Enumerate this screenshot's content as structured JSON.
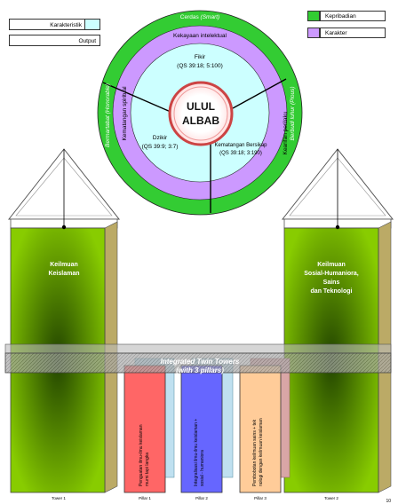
{
  "legend_left": {
    "karakteristik": "Karakteristik",
    "output": "Output",
    "karakteristik_color": "#CCFFFF"
  },
  "legend_right": {
    "kepribadian": "Kepribadian",
    "kepribadian_color": "#33CC33",
    "karakter": "Karakter",
    "karakter_color": "#CC99FF"
  },
  "circle": {
    "outer_top": "Cerdas (Smart)",
    "outer_left": "Bermartabat (Honorable)",
    "outer_right": "Berbudi luhur (Pious)",
    "mid_top": "Kekayaan intelektual",
    "mid_left": "Kematangan spiritual",
    "mid_right": "Kearifan perilaku",
    "inner_fikir_label": "Fikir",
    "inner_fikir_ref": "(QS 39:18; 5:100)",
    "inner_dzikir_label": "Dzikir",
    "inner_dzikir_ref": "(QS 39:9; 3:7)",
    "inner_sikap_label": "Kematangan Bersikap",
    "inner_sikap_ref": "(QS 39:18; 3:190)",
    "center_line1": "ULUL",
    "center_line2": "ALBAB"
  },
  "towers": {
    "tower1_text_line1": "Keilmuan",
    "tower1_text_line2": "Keislaman",
    "tower2_text_line1": "Keilmuan",
    "tower2_text_line2": "Sosial-Humaniora,",
    "tower2_text_line3": "Sains",
    "tower2_text_line4": "dan Teknologi",
    "tower1_label": "Tower 1",
    "tower2_label": "Tower 2",
    "tower_color": "#66AA00"
  },
  "bridge": {
    "line1": "Integrated Twin Towers",
    "line2": "(with 3 pillars)"
  },
  "pillars": [
    {
      "text_line1": "Penguatan ilmu-ilmu keislaman",
      "text_line2": "murni tapi langka",
      "label": "Pillar 1",
      "color": "#FF6666"
    },
    {
      "text_line1": "Integralisasi ilmu-ilmu keislaman +",
      "text_line2": "sosial - humaniora",
      "label": "Pillar 2",
      "color": "#6666FF"
    },
    {
      "text_line1": "Pembobotan keilmuan sains + tek",
      "text_line2": "nologi dengan keilmuan keislaman",
      "label": "Pillar 3",
      "color": "#FFCC99"
    }
  ],
  "page_number": "10"
}
